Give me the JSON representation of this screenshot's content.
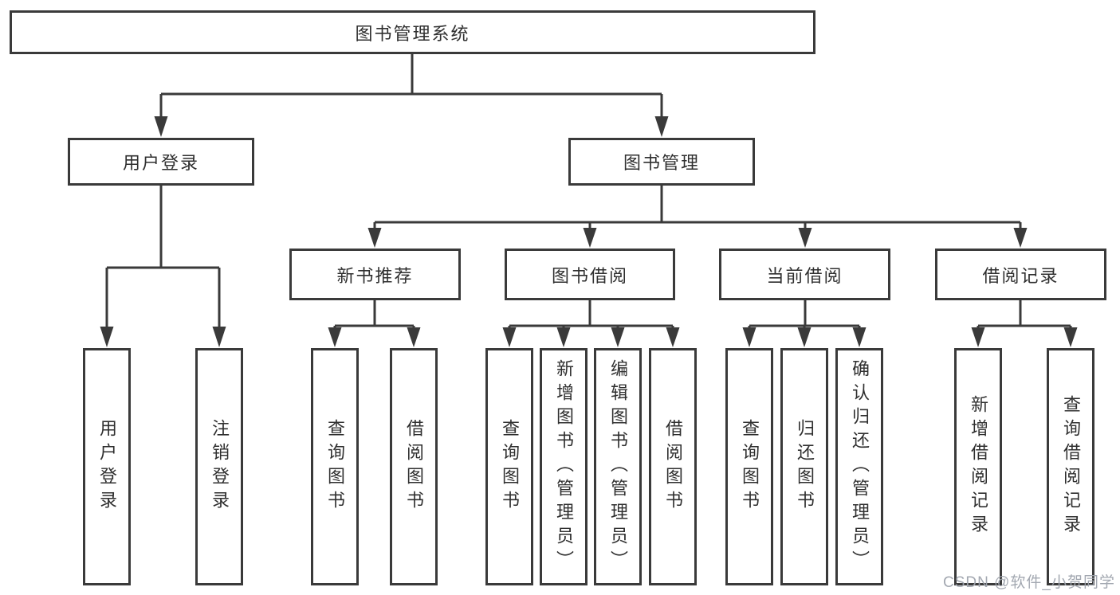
{
  "diagram": {
    "root_label": "图书管理系统",
    "login_branch": {
      "label": "用户登录",
      "children": [
        "用户登录",
        "注销登录"
      ]
    },
    "management_branch": {
      "label": "图书管理",
      "sections": [
        {
          "label": "新书推荐",
          "children": [
            "查询图书",
            "借阅图书"
          ]
        },
        {
          "label": "图书借阅",
          "children": [
            "查询图书",
            "新增图书（管理员）",
            "编辑图书（管理员）",
            "借阅图书"
          ]
        },
        {
          "label": "当前借阅",
          "children": [
            "查询图书",
            "归还图书",
            "确认归还（管理员）"
          ]
        },
        {
          "label": "借阅记录",
          "children": [
            "新增借阅记录",
            "查询借阅记录"
          ]
        }
      ]
    }
  },
  "watermark": {
    "text": "CSDN @软件_小贺同学"
  },
  "colors": {
    "line": "#3a3a3a",
    "text": "#2f2f2f",
    "watermark": "#9ea3ad",
    "background": "#ffffff"
  }
}
